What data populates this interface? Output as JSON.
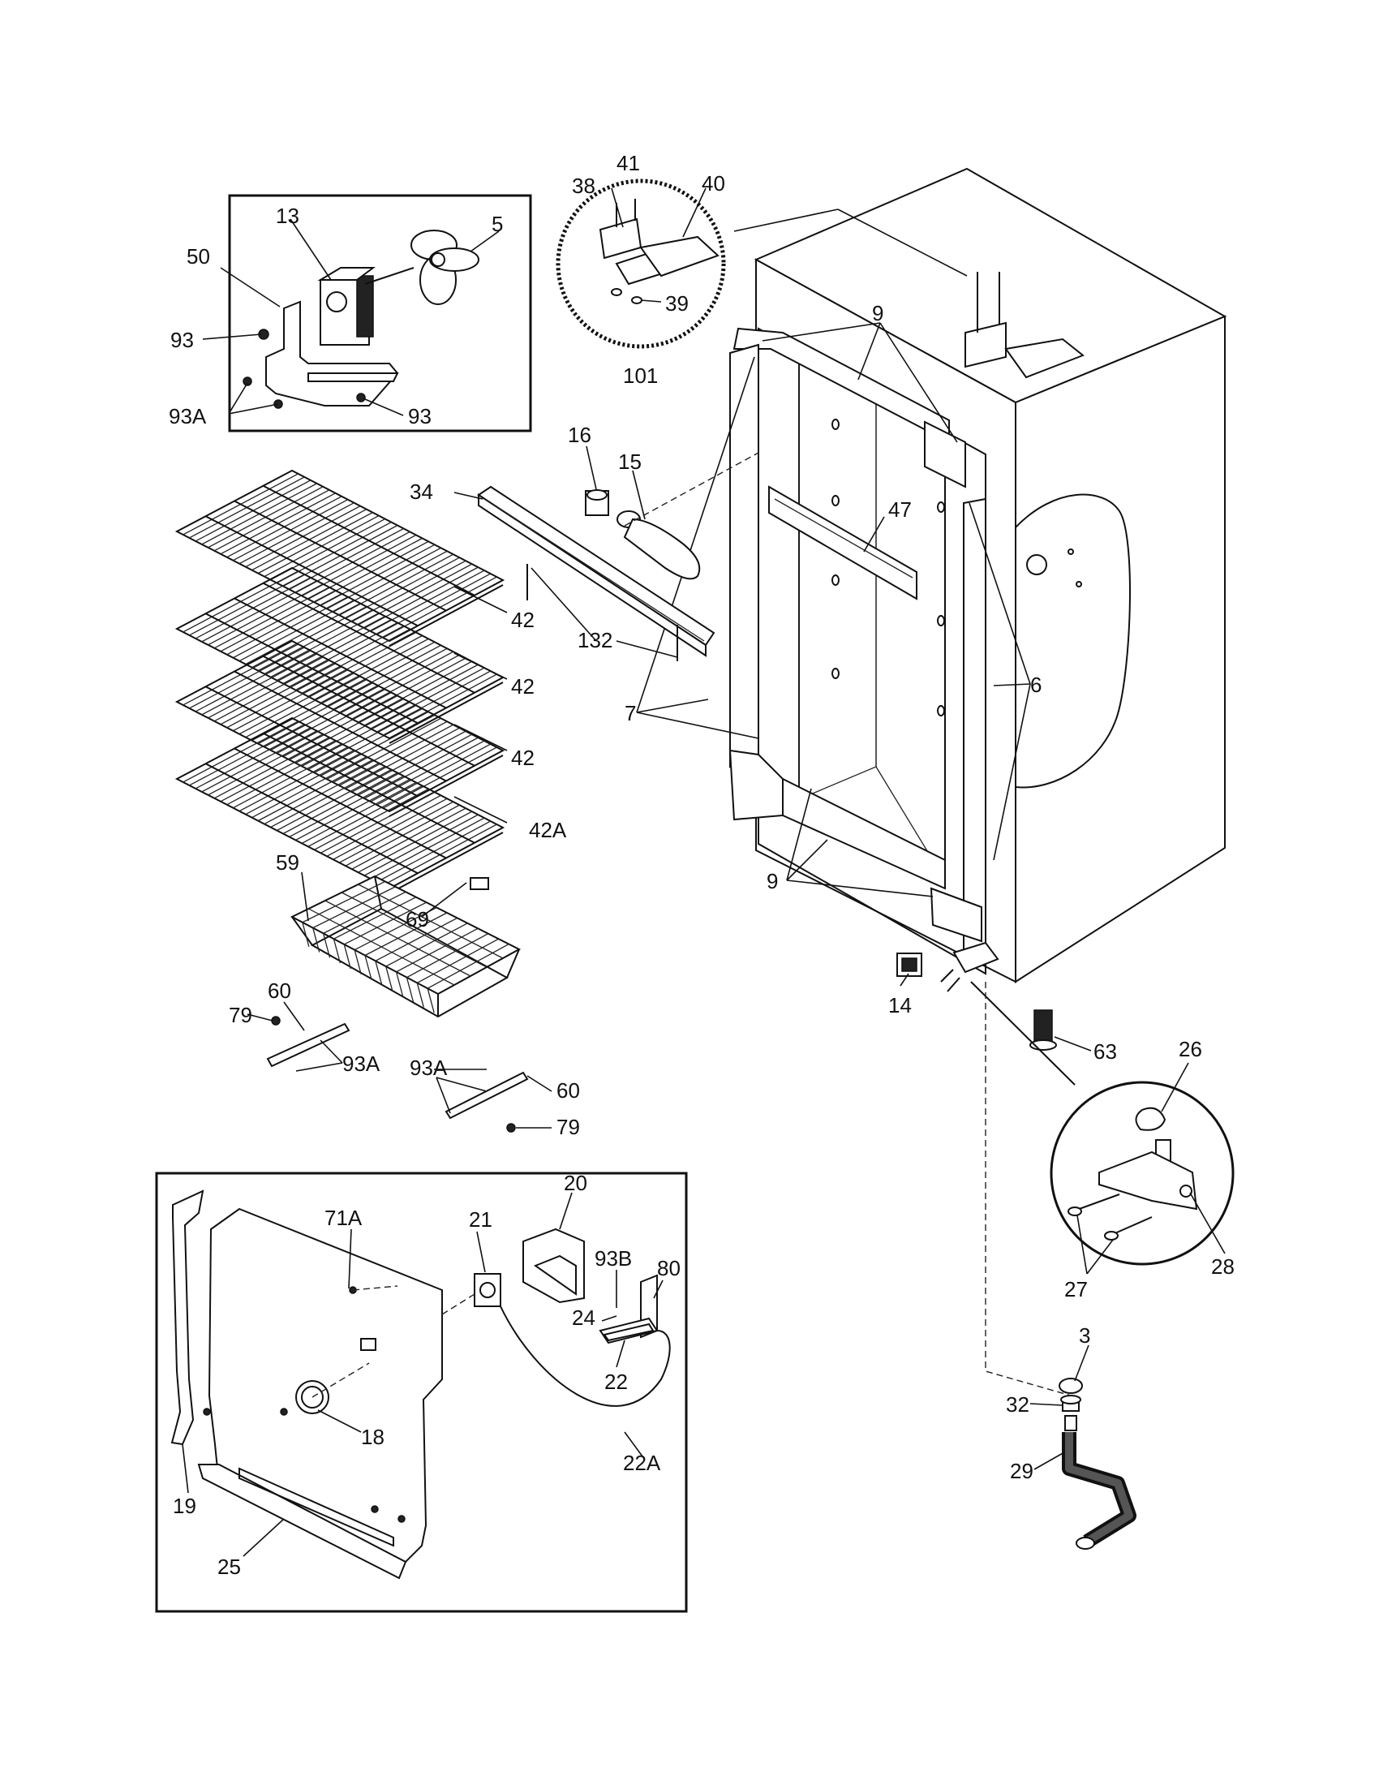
{
  "labels": {
    "l3": "3",
    "l5": "5",
    "l6": "6",
    "l7": "7",
    "l9a": "9",
    "l9b": "9",
    "l13": "13",
    "l14": "14",
    "l15": "15",
    "l16": "16",
    "l18": "18",
    "l19": "19",
    "l20": "20",
    "l21": "21",
    "l22": "22",
    "l22a": "22A",
    "l24": "24",
    "l25": "25",
    "l26": "26",
    "l27": "27",
    "l28": "28",
    "l29": "29",
    "l32": "32",
    "l34": "34",
    "l38": "38",
    "l39": "39",
    "l40": "40",
    "l41": "41",
    "l42a": "42",
    "l42b": "42",
    "l42c": "42",
    "l42A": "42A",
    "l47": "47",
    "l50": "50",
    "l59": "59",
    "l60a": "60",
    "l60b": "60",
    "l63": "63",
    "l69": "69",
    "l71A": "71A",
    "l79a": "79",
    "l79b": "79",
    "l80": "80",
    "l93a": "93",
    "l93b": "93",
    "l93A1": "93A",
    "l93A2": "93A",
    "l93A3": "93A",
    "l93B": "93B",
    "l101": "101",
    "l132": "132"
  }
}
